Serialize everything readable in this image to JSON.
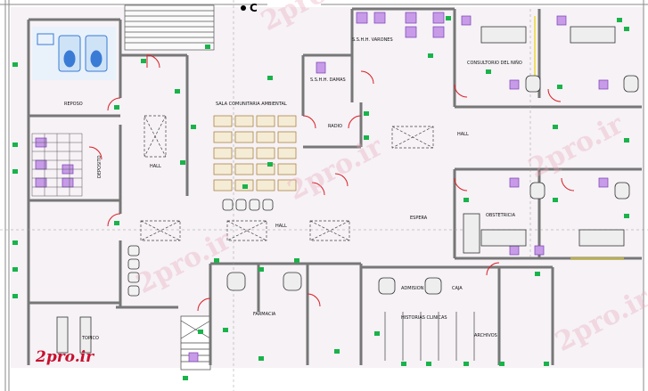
{
  "section_marker": "C",
  "rooms": {
    "sshh_varones": "S.S.H.H. VARONES",
    "sshh_damas": "S.S.H.H. DAMAS",
    "consultorio_nino": "CONSULTORIO DEL NIÑO",
    "sala_comunitaria": "SALA COMUNITARIA AMBIENTAL",
    "hall_left": "HALL",
    "hall_center": "HALL",
    "hall_right": "HALL",
    "radio": "RADIO",
    "espera": "ESPERA",
    "obstetricia": "OBSTETRICIA",
    "farmacia": "FARMACIA",
    "admision": "ADMISION",
    "caja": "CAJA",
    "historias_clinicas": "HISTORIAS CLINICAS",
    "archivos": "ARCHIVOS",
    "topico": "TOPICO",
    "deposito": "DEPOSITO",
    "reposo": "REPOSO"
  },
  "watermarks": [
    "2pro.ir",
    "2pro.ir",
    "2pro.ir",
    "2pro.ir",
    "2pro.ir"
  ],
  "logo": "2pro.ir",
  "colors": {
    "wall": "#7a7a7a",
    "door": "#d81f26",
    "tag_green": "#19b34a",
    "fixture_purple": "#9b4fd1",
    "yellow_line": "#e8d400",
    "furniture": "#333333",
    "floor_tint": "#f4f0f4",
    "wash_blue": "#3a7bd5"
  }
}
